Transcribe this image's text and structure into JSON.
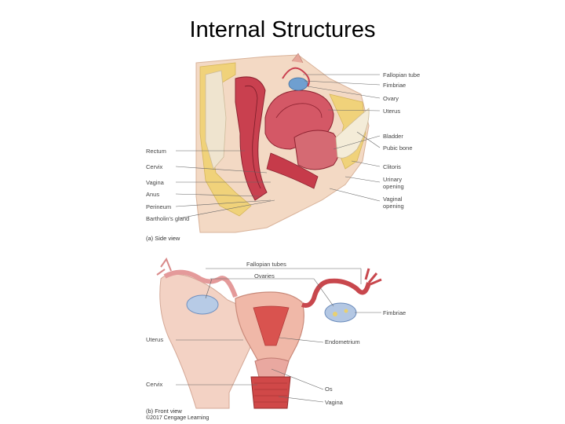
{
  "title": "Internal Structures",
  "side_view": {
    "caption": "(a) Side view",
    "labels_right": [
      "Fallopian tube",
      "Fimbriae",
      "Ovary",
      "Uterus",
      "Bladder",
      "Pubic bone",
      "Clitoris",
      "Urinary opening",
      "Vaginal opening"
    ],
    "labels_left": [
      "Rectum",
      "Cervix",
      "Vagina",
      "Anus",
      "Perineum",
      "Bartholin's gland"
    ]
  },
  "front_view": {
    "caption": "(b) Front view",
    "credit": "©2017 Cengage Learning",
    "labels_top": [
      "Fallopian tubes",
      "Ovaries"
    ],
    "labels_right": [
      "Fimbriae",
      "Endometrium",
      "Os",
      "Vagina"
    ],
    "labels_left": [
      "Uterus",
      "Cervix"
    ]
  }
}
